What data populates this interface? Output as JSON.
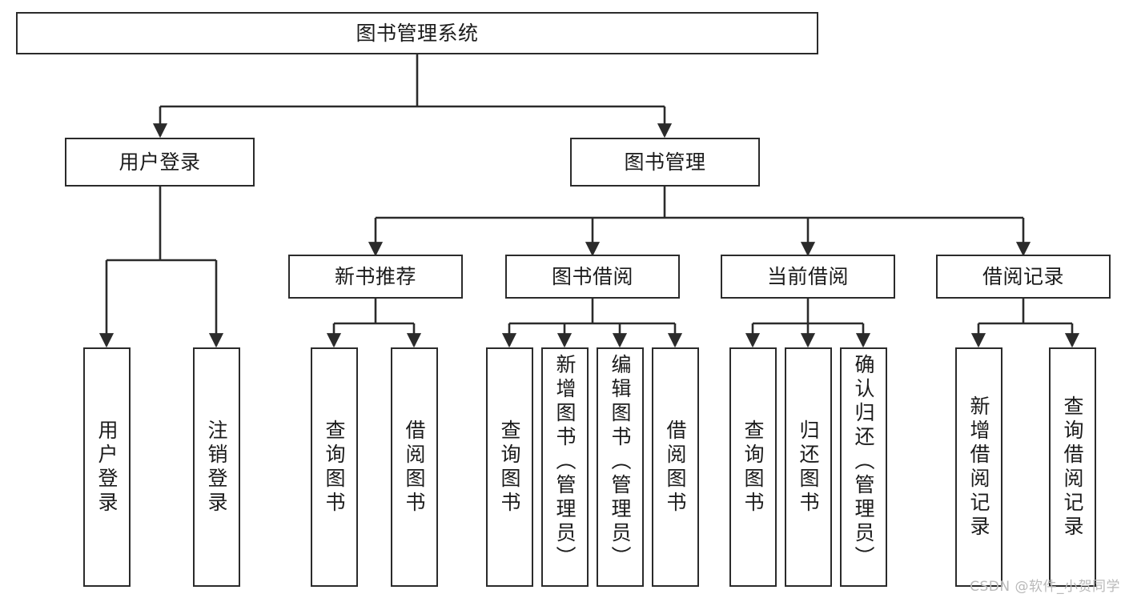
{
  "diagram": {
    "title": "图书管理系统",
    "type": "tree-hierarchy",
    "stroke_color": "#2b2b2b",
    "fill_color": "#ffffff",
    "text_color": "#1b1b1b"
  },
  "watermark": {
    "text": "CSDN @软件_小贺同学",
    "color": "#b9b9b9"
  },
  "nodes": {
    "root": {
      "label": "图书管理系统"
    },
    "level2": [
      {
        "label": "用户登录"
      },
      {
        "label": "图书管理"
      }
    ],
    "level3": [
      {
        "label": "新书推荐"
      },
      {
        "label": "图书借阅"
      },
      {
        "label": "当前借阅"
      },
      {
        "label": "借阅记录"
      }
    ],
    "leaves_user_login": [
      {
        "label": "用户登录"
      },
      {
        "label": "注销登录"
      }
    ],
    "leaves_new_book": [
      {
        "label": "查询图书"
      },
      {
        "label": "借阅图书"
      }
    ],
    "leaves_borrow": [
      {
        "label": "查询图书"
      },
      {
        "label": "新增图书（管理员）"
      },
      {
        "label": "编辑图书（管理员）"
      },
      {
        "label": "借阅图书"
      }
    ],
    "leaves_current": [
      {
        "label": "查询图书"
      },
      {
        "label": "归还图书"
      },
      {
        "label": "确认归还（管理员）"
      }
    ],
    "leaves_records": [
      {
        "label": "新增借阅记录"
      },
      {
        "label": "查询借阅记录"
      }
    ]
  }
}
